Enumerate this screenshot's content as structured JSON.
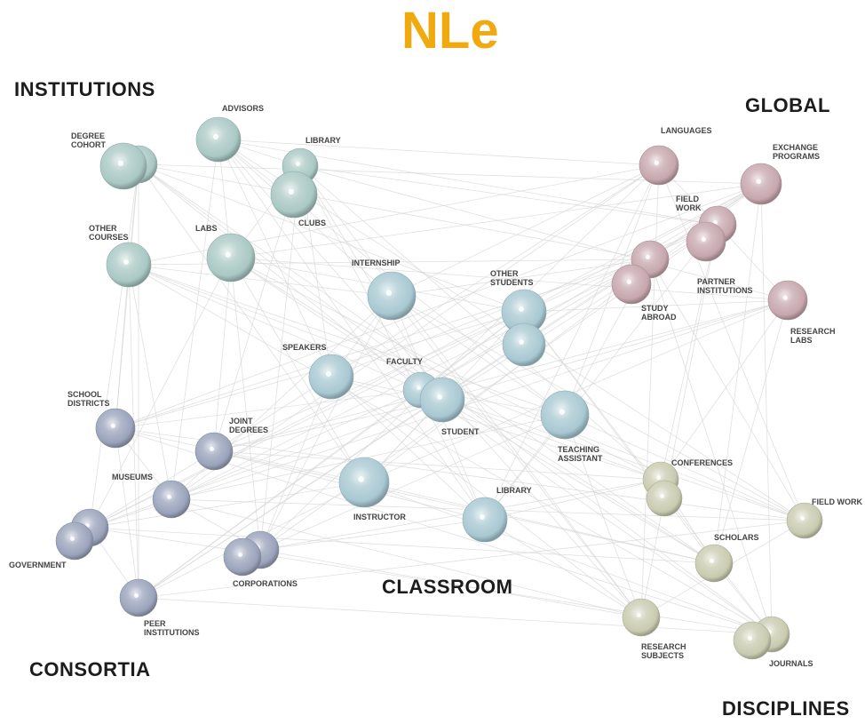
{
  "logo": {
    "text": "NLe",
    "color": "#f0a90f"
  },
  "groups": {
    "institutions": {
      "title": "INSTITUTIONS",
      "color": "#a9c8c4"
    },
    "global": {
      "title": "GLOBAL",
      "color": "#c6a7ad"
    },
    "classroom": {
      "title": "CLASSROOM",
      "color": "#a8c8d2"
    },
    "consortia": {
      "title": "CONSORTIA",
      "color": "#9aa3bb"
    },
    "disciplines": {
      "title": "DISCIPLINES",
      "color": "#c9cbb0"
    }
  },
  "nodes": [
    {
      "id": "advisors",
      "group": "institutions",
      "lines": [
        "ADVISORS"
      ]
    },
    {
      "id": "degree-cohort",
      "group": "institutions",
      "lines": [
        "DEGREE",
        "COHORT"
      ]
    },
    {
      "id": "library-inst",
      "group": "institutions",
      "lines": [
        "LIBRARY"
      ]
    },
    {
      "id": "clubs",
      "group": "institutions",
      "lines": [
        "CLUBS"
      ]
    },
    {
      "id": "other-courses",
      "group": "institutions",
      "lines": [
        "OTHER",
        "COURSES"
      ]
    },
    {
      "id": "labs",
      "group": "institutions",
      "lines": [
        "LABS"
      ]
    },
    {
      "id": "languages",
      "group": "global",
      "lines": [
        "LANGUAGES"
      ]
    },
    {
      "id": "exchange-programs",
      "group": "global",
      "lines": [
        "EXCHANGE",
        "PROGRAMS"
      ]
    },
    {
      "id": "field-work-global",
      "group": "global",
      "lines": [
        "FIELD",
        "WORK"
      ]
    },
    {
      "id": "partner-institutions",
      "group": "global",
      "lines": [
        "PARTNER",
        "INSTITUTIONS"
      ]
    },
    {
      "id": "study-abroad",
      "group": "global",
      "lines": [
        "STUDY",
        "ABROAD"
      ]
    },
    {
      "id": "research-labs",
      "group": "global",
      "lines": [
        "RESEARCH",
        "LABS"
      ]
    },
    {
      "id": "internship",
      "group": "classroom",
      "lines": [
        "INTERNSHIP"
      ]
    },
    {
      "id": "other-students",
      "group": "classroom",
      "lines": [
        "OTHER",
        "STUDENTS"
      ]
    },
    {
      "id": "speakers",
      "group": "classroom",
      "lines": [
        "SPEAKERS"
      ]
    },
    {
      "id": "faculty",
      "group": "classroom",
      "lines": [
        "FACULTY"
      ]
    },
    {
      "id": "student",
      "group": "classroom",
      "lines": [
        "STUDENT"
      ]
    },
    {
      "id": "teaching-assistant",
      "group": "classroom",
      "lines": [
        "TEACHING",
        "ASSISTANT"
      ]
    },
    {
      "id": "instructor",
      "group": "classroom",
      "lines": [
        "INSTRUCTOR"
      ]
    },
    {
      "id": "library-class",
      "group": "classroom",
      "lines": [
        "LIBRARY"
      ]
    },
    {
      "id": "school-districts",
      "group": "consortia",
      "lines": [
        "SCHOOL",
        "DISTRICTS"
      ]
    },
    {
      "id": "joint-degrees",
      "group": "consortia",
      "lines": [
        "JOINT",
        "DEGREES"
      ]
    },
    {
      "id": "museums",
      "group": "consortia",
      "lines": [
        "MUSEUMS"
      ]
    },
    {
      "id": "government",
      "group": "consortia",
      "lines": [
        "GOVERNMENT"
      ]
    },
    {
      "id": "corporations",
      "group": "consortia",
      "lines": [
        "CORPORATIONS"
      ]
    },
    {
      "id": "peer-institutions",
      "group": "consortia",
      "lines": [
        "PEER",
        "INSTITUTIONS"
      ]
    },
    {
      "id": "conferences",
      "group": "disciplines",
      "lines": [
        "CONFERENCES"
      ]
    },
    {
      "id": "field-work-disc",
      "group": "disciplines",
      "lines": [
        "FIELD WORK"
      ]
    },
    {
      "id": "scholars",
      "group": "disciplines",
      "lines": [
        "SCHOLARS"
      ]
    },
    {
      "id": "research-subjects",
      "group": "disciplines",
      "lines": [
        "RESEARCH",
        "SUBJECTS"
      ]
    },
    {
      "id": "journals",
      "group": "disciplines",
      "lines": [
        "JOURNALS"
      ]
    }
  ]
}
